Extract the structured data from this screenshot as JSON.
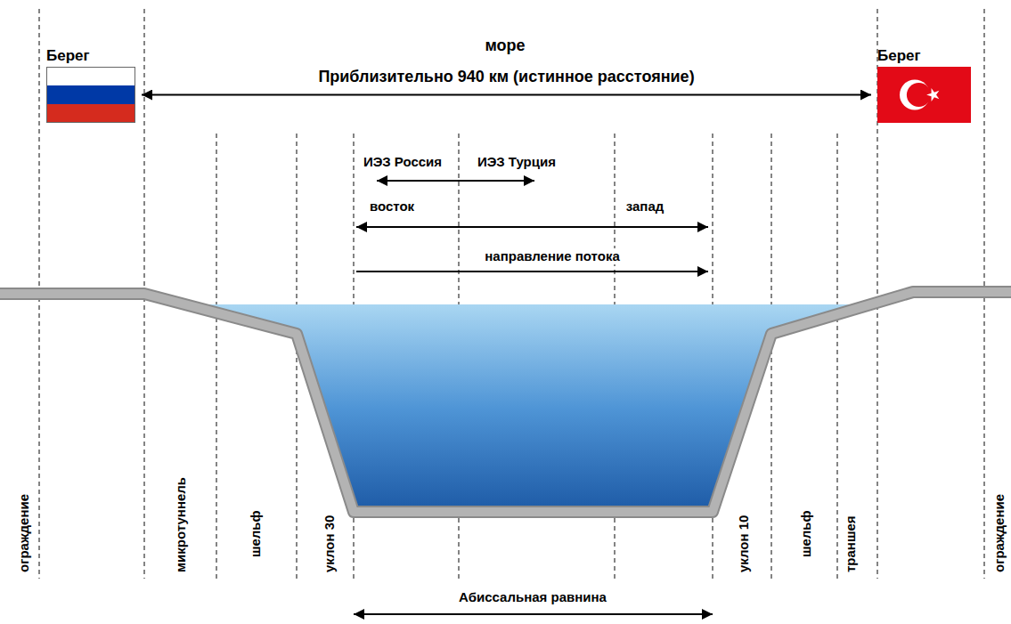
{
  "diagram": {
    "nodes": [
      {
        "text": [
          "Берег"
        ]
      },
      {
        "text": [
          "Берег"
        ]
      }
    ],
    "edges": [
      {
        "from": 0,
        "to": 1,
        "arrow": "both",
        "label": "Приблизительно 940 км (истинное расстояние)"
      }
    ],
    "labels": [
      "море",
      "ИЭЗ Россия",
      "ИЭЗ Турция",
      "восток",
      "запад",
      "направление потока",
      "ограждение",
      "микротуннель",
      "шельф",
      "уклон 30",
      "Абиссальная равнина",
      "уклон 10",
      "шельф",
      "траншея",
      "ограждение"
    ]
  }
}
